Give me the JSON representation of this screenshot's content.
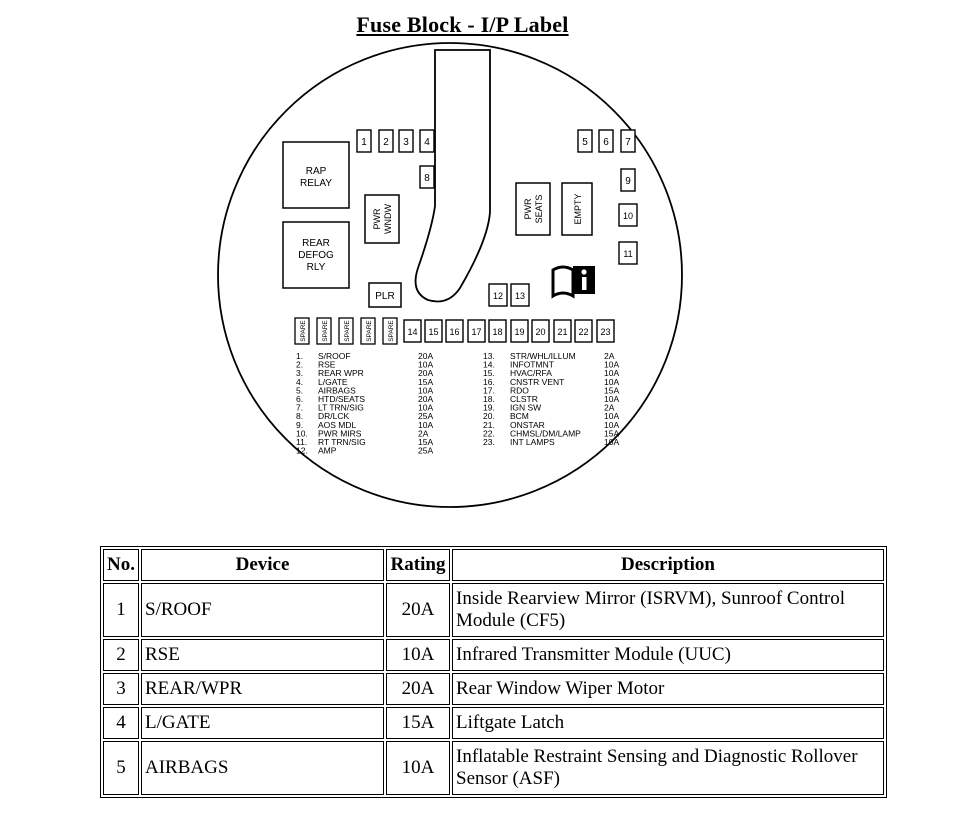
{
  "title": "Fuse Block - I/P Label",
  "relays": {
    "rap": [
      "RAP",
      "RELAY"
    ],
    "rear_defog": [
      "REAR",
      "DEFOG",
      "RLY"
    ],
    "pwr_wndw": [
      "PWR",
      "WNDW"
    ],
    "pwr_seats": [
      "PWR",
      "SEATS"
    ],
    "empty": "EMPTY",
    "plr": "PLR"
  },
  "fuses_top": [
    "1",
    "2",
    "3",
    "4"
  ],
  "fuse_8": "8",
  "fuses_right_row": [
    "5",
    "6",
    "7"
  ],
  "fuses_right_col": [
    "9",
    "10",
    "11"
  ],
  "fuses_mid": [
    "12",
    "13"
  ],
  "spare_label": "SPARE",
  "fuses_bottom": [
    "14",
    "15",
    "16",
    "17",
    "18",
    "19",
    "20",
    "21",
    "22",
    "23"
  ],
  "legend_left": [
    {
      "n": "1.",
      "name": "S/ROOF",
      "amp": "20A"
    },
    {
      "n": "2.",
      "name": "RSE",
      "amp": "10A"
    },
    {
      "n": "3.",
      "name": "REAR WPR",
      "amp": "20A"
    },
    {
      "n": "4.",
      "name": "L/GATE",
      "amp": "15A"
    },
    {
      "n": "5.",
      "name": "AIRBAGS",
      "amp": "10A"
    },
    {
      "n": "6.",
      "name": "HTD/SEATS",
      "amp": "20A"
    },
    {
      "n": "7.",
      "name": "LT TRN/SIG",
      "amp": "10A"
    },
    {
      "n": "8.",
      "name": "DR/LCK",
      "amp": "25A"
    },
    {
      "n": "9.",
      "name": "AOS MDL",
      "amp": "10A"
    },
    {
      "n": "10.",
      "name": "PWR MIRS",
      "amp": "2A"
    },
    {
      "n": "11.",
      "name": "RT TRN/SIG",
      "amp": "15A"
    },
    {
      "n": "12.",
      "name": "AMP",
      "amp": "25A"
    }
  ],
  "legend_right": [
    {
      "n": "13.",
      "name": "STR/WHL/ILLUM",
      "amp": "2A"
    },
    {
      "n": "14.",
      "name": "INFOTMNT",
      "amp": "10A"
    },
    {
      "n": "15.",
      "name": "HVAC/RFA",
      "amp": "10A"
    },
    {
      "n": "16.",
      "name": "CNSTR VENT",
      "amp": "10A"
    },
    {
      "n": "17.",
      "name": "RDO",
      "amp": "15A"
    },
    {
      "n": "18.",
      "name": "CLSTR",
      "amp": "10A"
    },
    {
      "n": "19.",
      "name": "IGN SW",
      "amp": "2A"
    },
    {
      "n": "20.",
      "name": "BCM",
      "amp": "10A"
    },
    {
      "n": "21.",
      "name": "ONSTAR",
      "amp": "10A"
    },
    {
      "n": "22.",
      "name": "CHMSL/DM/LAMP",
      "amp": "15A"
    },
    {
      "n": "23.",
      "name": "INT LAMPS",
      "amp": "10A"
    }
  ],
  "table": {
    "headers": {
      "no": "No.",
      "device": "Device",
      "rating": "Rating",
      "description": "Description"
    },
    "rows": [
      {
        "no": "1",
        "device": "S/ROOF",
        "rating": "20A",
        "description": "Inside Rearview Mirror (ISRVM), Sunroof Control Module (CF5)"
      },
      {
        "no": "2",
        "device": "RSE",
        "rating": "10A",
        "description": "Infrared Transmitter Module (UUC)"
      },
      {
        "no": "3",
        "device": "REAR/WPR",
        "rating": "20A",
        "description": "Rear Window Wiper Motor"
      },
      {
        "no": "4",
        "device": "L/GATE",
        "rating": "15A",
        "description": "Liftgate Latch"
      },
      {
        "no": "5",
        "device": "AIRBAGS",
        "rating": "10A",
        "description": "Inflatable Restraint Sensing and Diagnostic Rollover Sensor (ASF)"
      }
    ]
  }
}
